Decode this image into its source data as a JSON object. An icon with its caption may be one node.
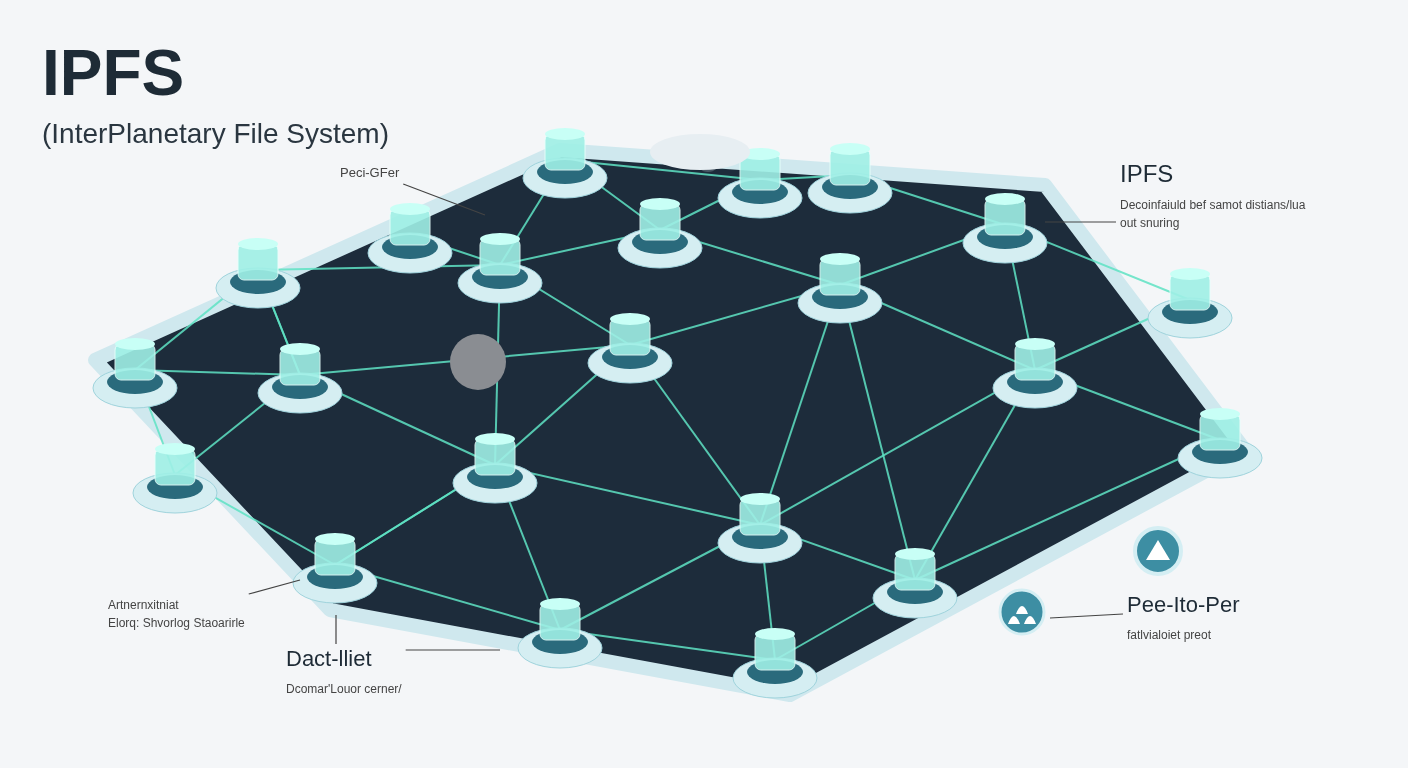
{
  "diagram": {
    "title": "IPFS",
    "nodes": [
      {
        "text": [
          "Peci-GFer"
        ]
      },
      {
        "text": [
          "IPFS",
          "Decoinfaiuld bef samot distians/lua out snuring"
        ]
      },
      {
        "text": [
          "Artnernxitniat",
          "Elorq: Shvorlog Staoarirle"
        ]
      },
      {
        "text": [
          "Dact-lliet",
          "Dcomar'Louor cerner/"
        ]
      },
      {
        "text": [],
        "shape": "picture"
      },
      {
        "text": [
          "Pee-Ito-Per",
          "fatlvialoiet preot"
        ]
      }
    ],
    "edges": [
      {
        "from": 0,
        "to": null,
        "arrow": "none"
      },
      {
        "from": 1,
        "to": null,
        "arrow": "none"
      },
      {
        "from": 2,
        "to": null,
        "arrow": "none"
      },
      {
        "from": 3,
        "to": null,
        "arrow": "none"
      },
      {
        "from": 3,
        "to": null,
        "arrow": "none"
      },
      {
        "from": 5,
        "to": 4,
        "arrow": "none"
      }
    ],
    "labels": [
      "(InterPlanetary File System)"
    ]
  }
}
